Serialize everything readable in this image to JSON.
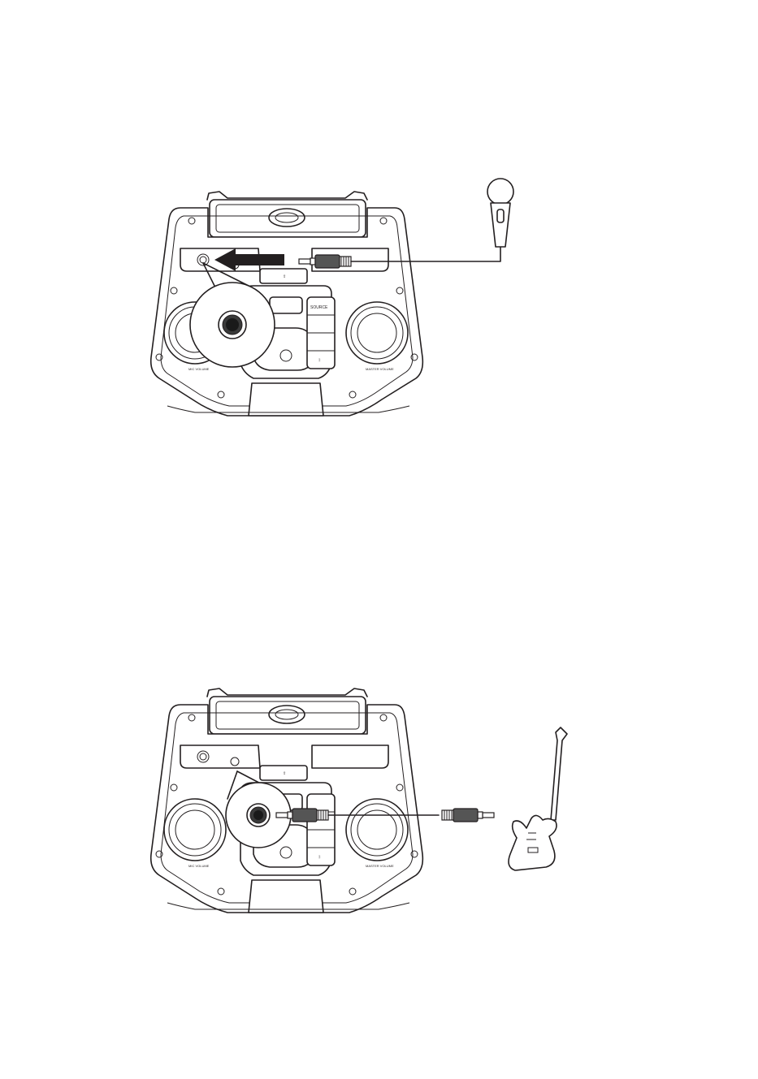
{
  "figures": [
    {
      "id": "microphone-connection",
      "source_button_label": "SOURCE",
      "left_knob_label": "MIC VOLUME",
      "right_knob_label": "MASTER VOLUME",
      "bluetooth_symbol": "ᛒ",
      "power_symbol": "⏻",
      "usb_symbol": "⇪",
      "device": "microphone-icon"
    },
    {
      "id": "guitar-connection",
      "left_knob_label": "MIC VOLUME",
      "right_knob_label": "MASTER VOLUME",
      "bluetooth_symbol": "ᛒ",
      "power_symbol": "⏻",
      "usb_symbol": "⇪",
      "device": "guitar-icon"
    }
  ],
  "colors": {
    "line": "#231f20",
    "jack_fill": "#3a3a3a",
    "plug_fill": "#555555"
  }
}
